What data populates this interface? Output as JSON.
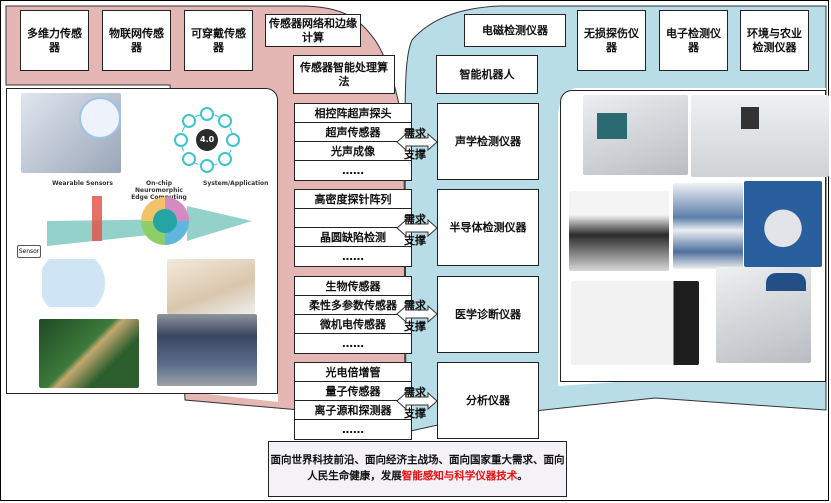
{
  "left_top_boxes": [
    {
      "label": "多维力传感器"
    },
    {
      "label": "物联网传感器"
    },
    {
      "label": "可穿戴传感器"
    }
  ],
  "sensor_network_box": {
    "label": "传感器网络和边缘计算"
  },
  "sensor_algorithm_box": {
    "label": "传感器智能处理算法"
  },
  "right_top_boxes": [
    {
      "label": "电磁检测仪器"
    },
    {
      "label": "无损探伤仪器"
    },
    {
      "label": "电子检测仪器"
    },
    {
      "label": "环境与农业检测仪器"
    }
  ],
  "robot_box": {
    "label": "智能机器人"
  },
  "rows": [
    {
      "sensors": [
        "相控阵超声探头",
        "超声传感器",
        "光声成像",
        "……"
      ],
      "instrument": "声学检测仪器"
    },
    {
      "sensors": [
        "高密度探针阵列",
        "",
        "晶圆缺陷检测",
        "……"
      ],
      "instrument": "半导体检测仪器"
    },
    {
      "sensors": [
        "生物传感器",
        "柔性多参数传感器",
        "微机电传感器",
        "……"
      ],
      "instrument": "医学诊断仪器"
    },
    {
      "sensors": [
        "光电倍增管",
        "量子传感器",
        "离子源和探测器",
        "……"
      ],
      "instrument": "分析仪器"
    }
  ],
  "arrow_labels": {
    "top": "需求",
    "bottom": "支撑"
  },
  "left_images": {
    "wearable_title": "Wearable Sensors",
    "edge_title": "On-chip Neuromorphic Edge Computing",
    "system_title": "System/Application",
    "industry_badge": "4.0",
    "sensor_label": "Sensor"
  },
  "bottom_text": {
    "plain": "面向世界科技前沿、面向经济主战场、面向国家重大需求、面向人民生命健康，发展",
    "highlight": "智能感知与科学仪器技术",
    "end": "。"
  },
  "colors": {
    "sensor_region": "#e4b7b5",
    "instrument_region": "#b8dde6",
    "highlight_text": "#e81010"
  }
}
